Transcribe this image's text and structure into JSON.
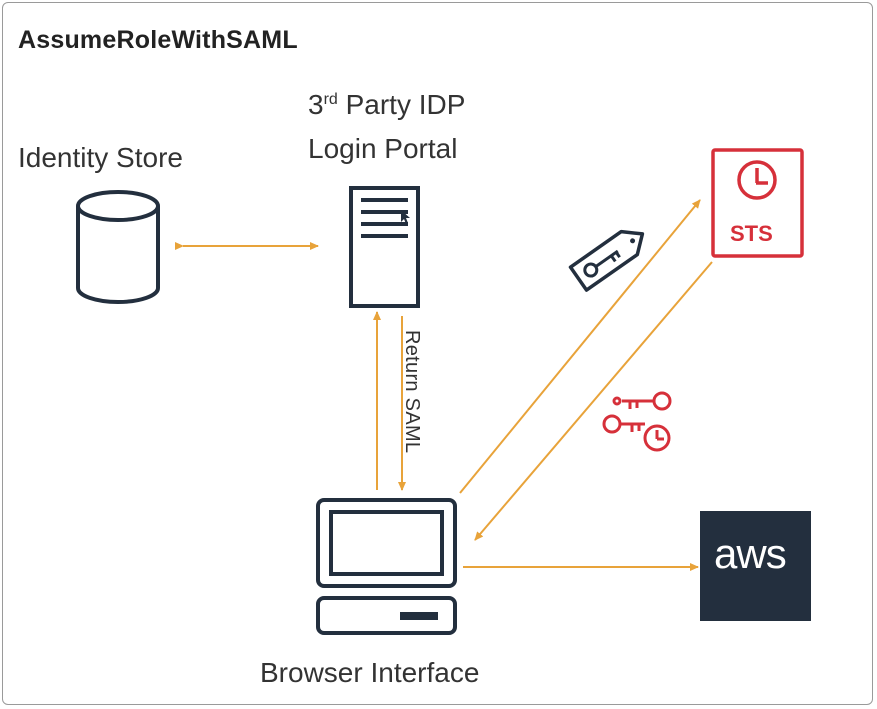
{
  "title": "AssumeRoleWithSAML",
  "idp": {
    "line1_prefix": "3",
    "line1_sup": "rd",
    "line1_rest": " Party IDP",
    "line2": "Login Portal"
  },
  "identity_store": {
    "label": "Identity Store"
  },
  "browser": {
    "label": "Browser Interface"
  },
  "return_saml": "Return SAML",
  "sts": {
    "label": "STS"
  },
  "aws": {
    "label": "aws"
  },
  "colors": {
    "arrow": "#e8a33a",
    "sts_red": "#d6303a",
    "aws_bg": "#232f3e",
    "stroke": "#232f3e"
  }
}
